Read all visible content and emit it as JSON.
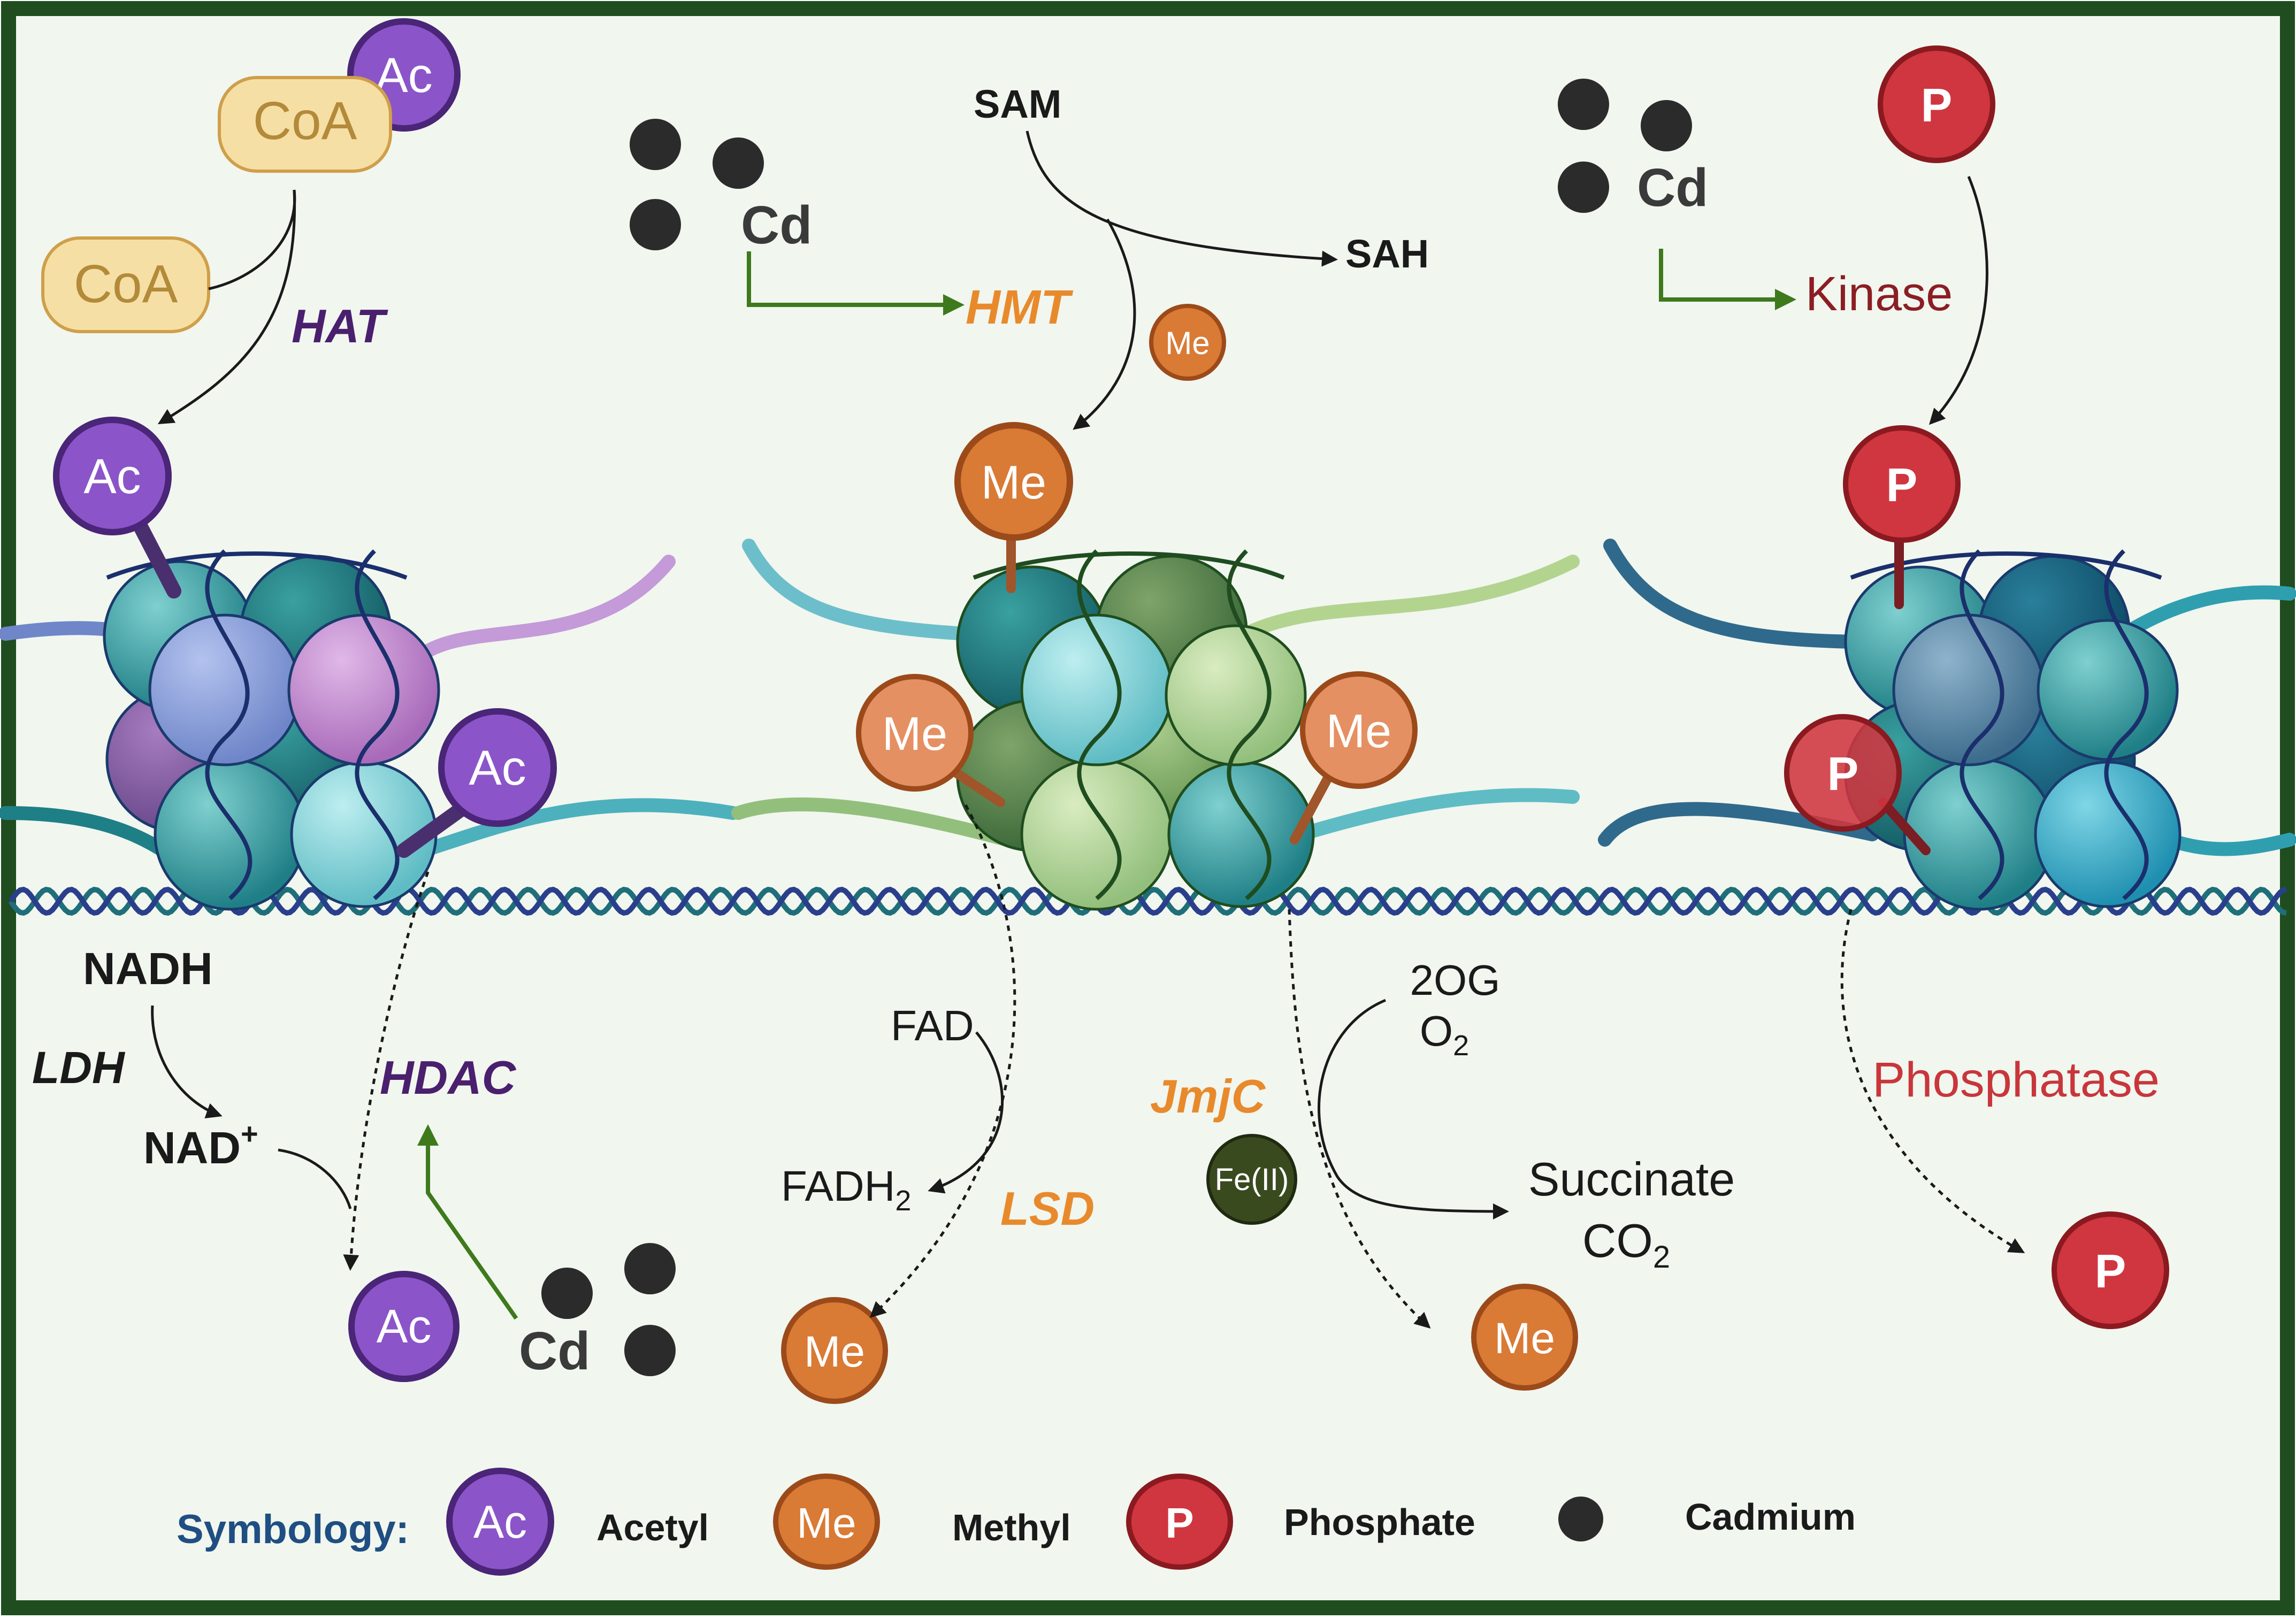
{
  "labels": {
    "coa_top": "CoA",
    "coa_side": "CoA",
    "hat": "HAT",
    "hdac": "HDAC",
    "nadh": "NADH",
    "ldh": "LDH",
    "nad_main": "NAD",
    "nad_sup": "+",
    "sam": "SAM",
    "sah": "SAH",
    "hmt": "HMT",
    "fad": "FAD",
    "fadh_main": "FADH",
    "fadh_sub": "2",
    "lsd": "LSD",
    "jmjc": "JmjC",
    "fe": "Fe(II)",
    "og": "2OG",
    "o2_main": "O",
    "o2_sub": "2",
    "succinate": "Succinate",
    "co2_main": "CO",
    "co2_sub": "2",
    "kinase": "Kinase",
    "phosphatase": "Phosphatase",
    "cd": "Cd"
  },
  "marks": {
    "ac": "Ac",
    "me": "Me",
    "p": "P"
  },
  "legend": {
    "title": "Symbology:",
    "acetyl": "Acetyl",
    "methyl": "Methyl",
    "phosphate": "Phosphate",
    "cadmium": "Cadmium"
  },
  "colors": {
    "border": "#1f4d1f",
    "background": "#f1f6ef",
    "acetyl": "#8b55c9",
    "methyl": "#d97a35",
    "phosphate": "#d0363f",
    "cadmium": "#2b2b2b",
    "hat_text": "#4a1f6e",
    "hmt_text": "#e88a2c",
    "kinase_text": "#8b1e24",
    "phosphatase_text": "#c8363b",
    "legend_title": "#1f4f82",
    "green_arrow": "#3e7a1c",
    "coa_fill": "#f6dfa4"
  }
}
